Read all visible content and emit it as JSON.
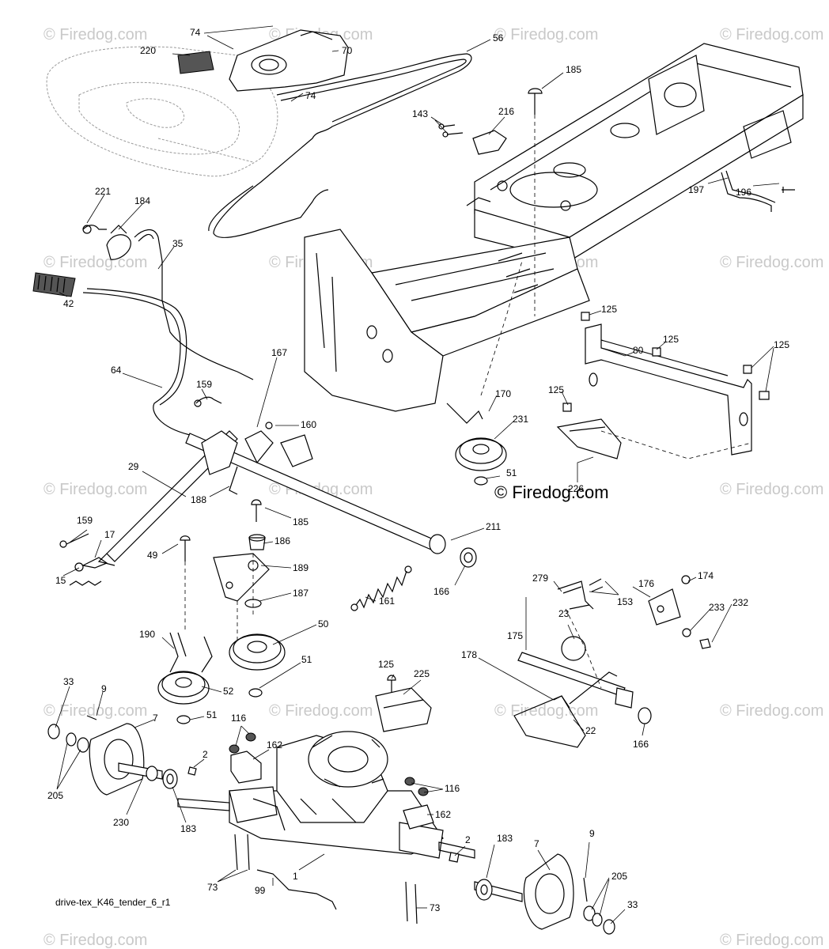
{
  "watermarks": [
    "© Firedog.com",
    "© Firedog.com",
    "© Firedog.com",
    "© Firedog.com",
    "© Firedog.com",
    "© Firedog.com",
    "© Firedog.com",
    "© Firedog.com",
    "© Firedog.com",
    "© Firedog.com",
    "© Firedog.com",
    "© Firedog.com",
    "© Firedog.com",
    "© Firedog.com",
    "© Firedog.com",
    "© Firedog.com",
    "© Firedog.com"
  ],
  "center_watermark": "© Firedog.com",
  "drawing_reference": "drive-tex_K46_tender_6_r1",
  "callouts": [
    "74",
    "220",
    "70",
    "56",
    "185",
    "143",
    "216",
    "74",
    "221",
    "184",
    "35",
    "42",
    "197",
    "196",
    "64",
    "159",
    "167",
    "160",
    "170",
    "231",
    "125",
    "80",
    "125",
    "125",
    "125",
    "29",
    "188",
    "185",
    "211",
    "159",
    "17",
    "15",
    "49",
    "186",
    "189",
    "187",
    "161",
    "166",
    "51",
    "226",
    "279",
    "176",
    "174",
    "153",
    "23",
    "233",
    "232",
    "175",
    "178",
    "190",
    "50",
    "51",
    "52",
    "51",
    "33",
    "9",
    "7",
    "205",
    "230",
    "183",
    "116",
    "162",
    "2",
    "125",
    "225",
    "22",
    "166",
    "116",
    "162",
    "2",
    "183",
    "73",
    "99",
    "1",
    "73",
    "7",
    "9",
    "205",
    "33"
  ]
}
